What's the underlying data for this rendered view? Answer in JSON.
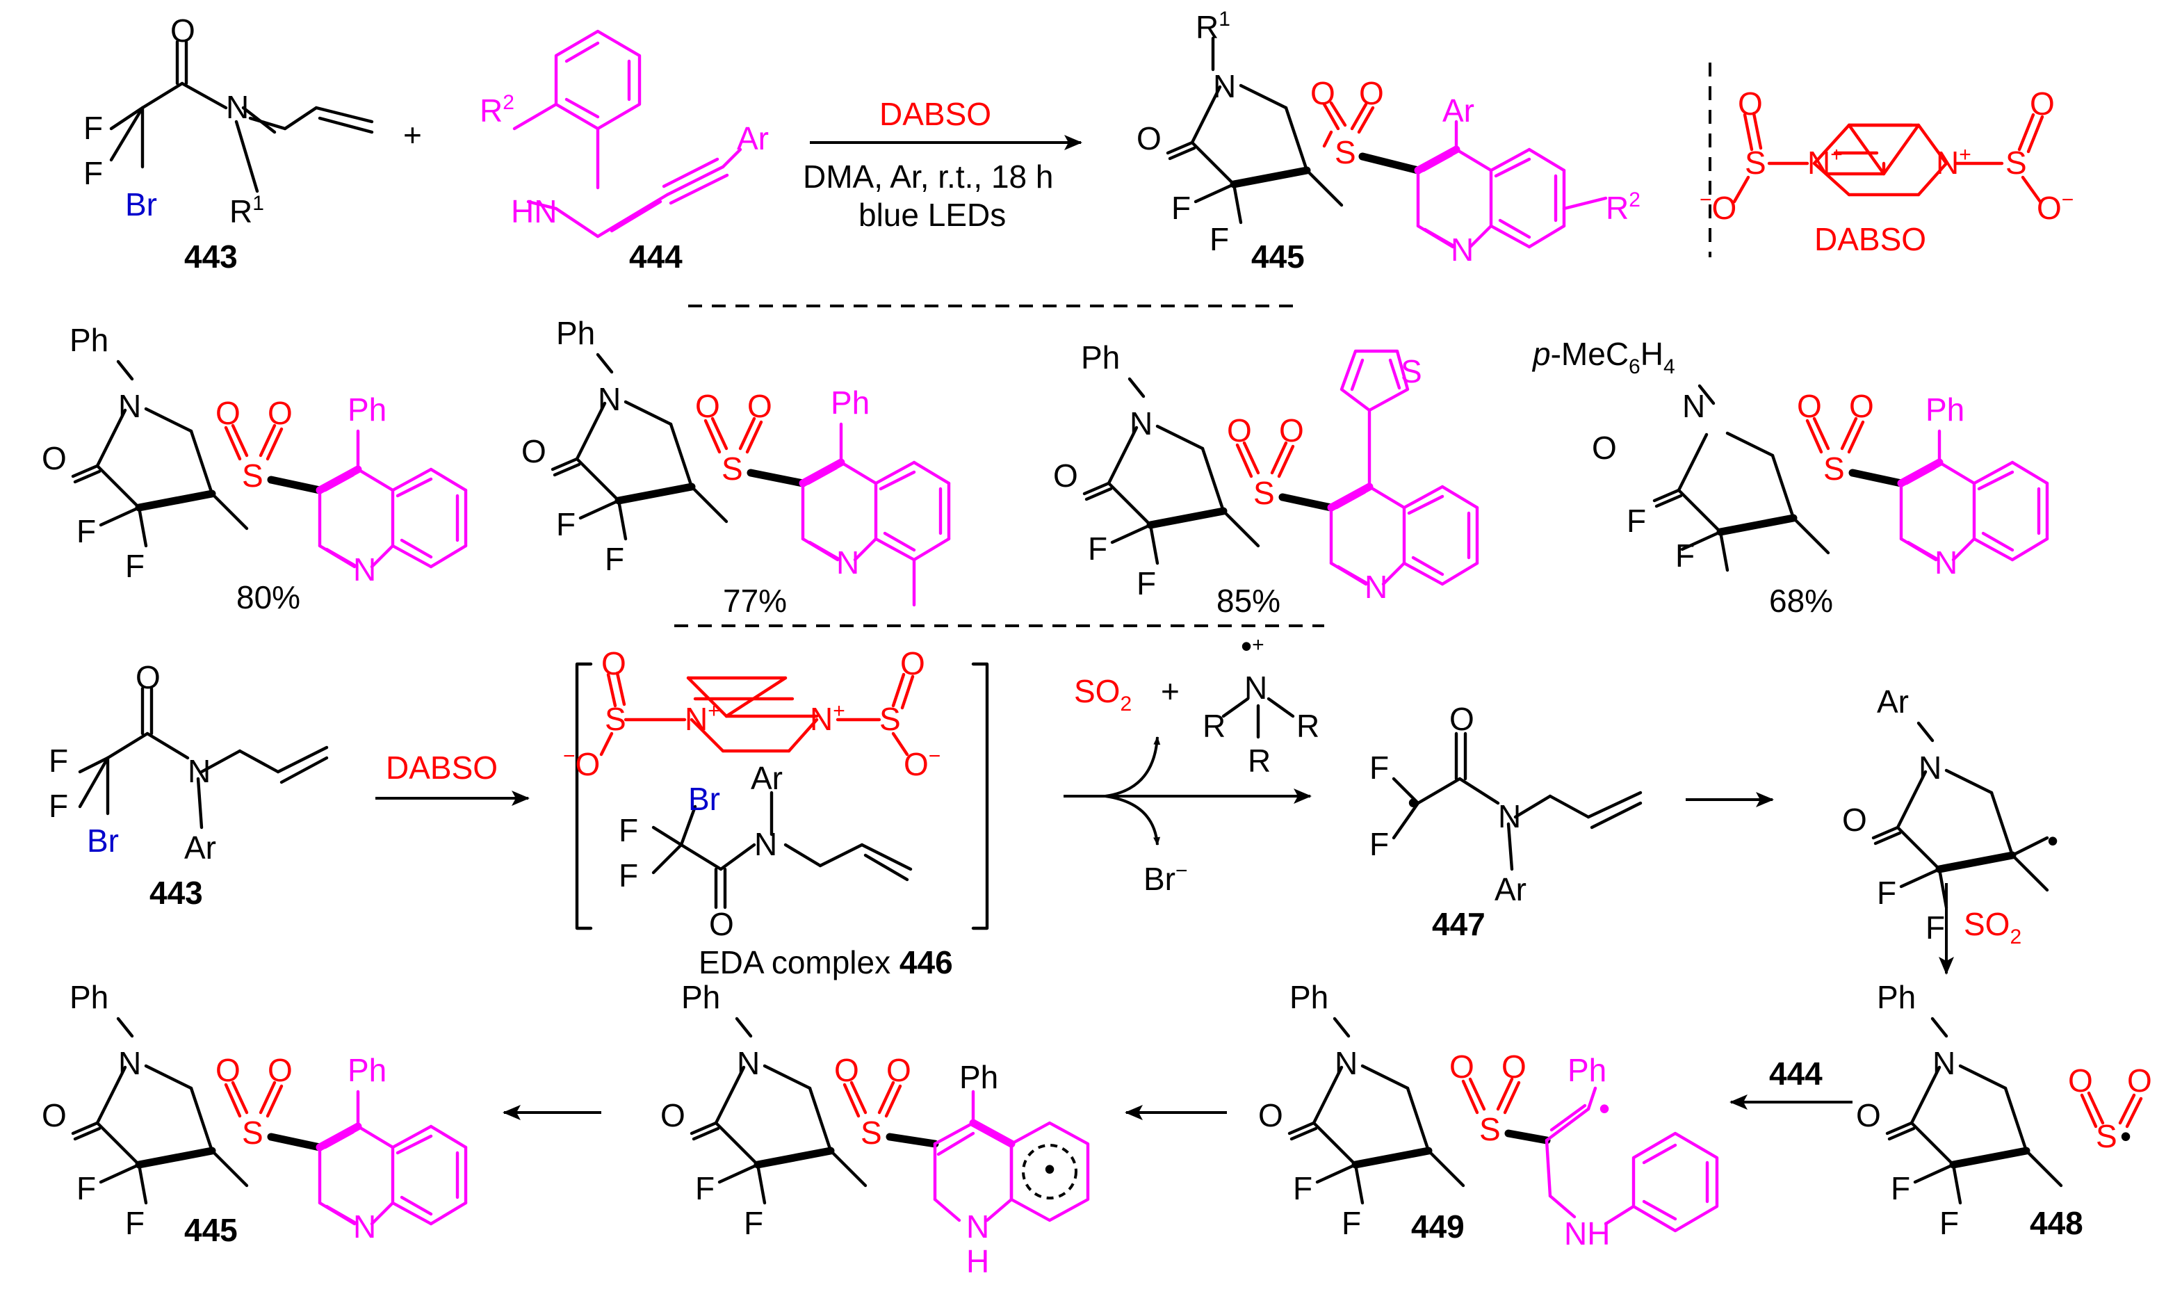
{
  "reagents": {
    "dabso": "DABSO",
    "conditions_line1": "DMA, Ar, r.t., 18 h",
    "conditions_line2": "blue LEDs",
    "so2": "SO",
    "so2_sub": "2",
    "br_anion": "Br",
    "reagent_444": "444"
  },
  "compounds": {
    "c443": "443",
    "c444": "444",
    "c445": "445",
    "c446_label": "EDA complex ",
    "c446": "446",
    "c447": "447",
    "c448": "448",
    "c449": "449"
  },
  "yields": [
    "80%",
    "77%",
    "85%",
    "68%"
  ],
  "atoms": {
    "F": "F",
    "Br": "Br",
    "O": "O",
    "N": "N",
    "S": "S",
    "HN": "HN",
    "NH": "NH",
    "H": "H",
    "R": "R",
    "R1": "R",
    "R2": "R",
    "Ar": "Ar",
    "Ph": "Ph",
    "plus": "+",
    "pMe": "p",
    "pMe_rest": "-MeC",
    "six": "6",
    "H4": "H",
    "four": "4",
    "one": "1",
    "two": "2",
    "minus": "−"
  },
  "colors": {
    "black": "#000000",
    "magenta": "#ff00ff",
    "red": "#ff0000",
    "blue": "#0000cc"
  }
}
